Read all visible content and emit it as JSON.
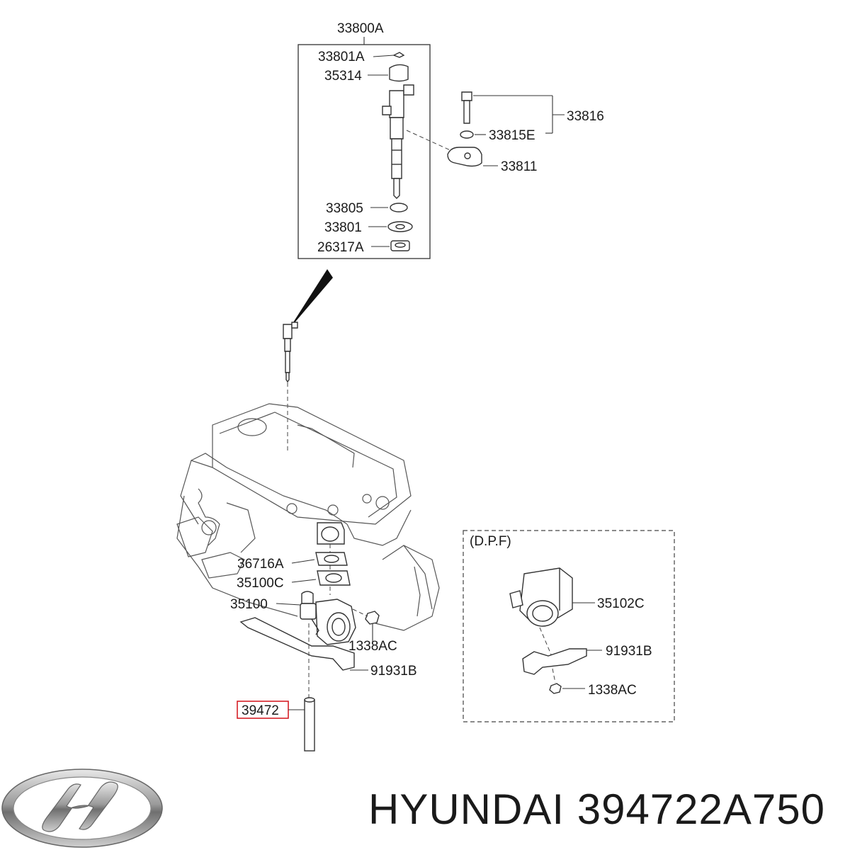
{
  "assembly_label": "33800A",
  "dpf_label": "(D.P.F)",
  "highlight_color": "#d62027",
  "labels": {
    "p33801A": "33801A",
    "p35314": "35314",
    "p33816": "33816",
    "p33815E": "33815E",
    "p33811": "33811",
    "p33805": "33805",
    "p33801": "33801",
    "p26317A": "26317A",
    "p36716A": "36716A",
    "p35100C": "35100C",
    "p35100": "35100",
    "p1338AC_main": "1338AC",
    "p91931B_main": "91931B",
    "p39472": "39472",
    "p35102C": "35102C",
    "p91931B_dpf": "91931B",
    "p1338AC_dpf": "1338AC"
  },
  "footer": {
    "logo": "hyundai-logo",
    "title": "HYUNDAI 394722A750"
  }
}
